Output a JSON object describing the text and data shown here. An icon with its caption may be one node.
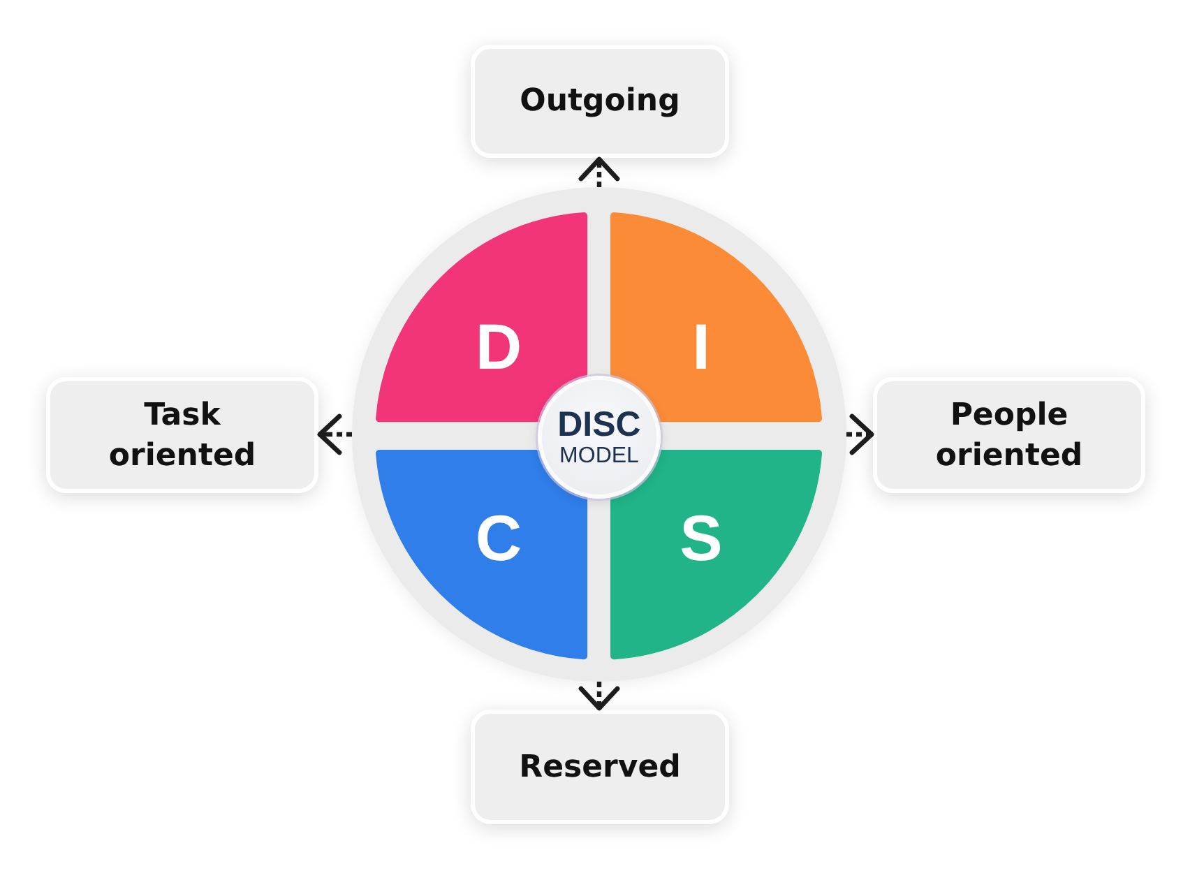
{
  "diagram": {
    "nodes": [
      {
        "text": [
          "Outgoing"
        ]
      },
      {
        "text": [
          "Task oriented"
        ]
      },
      {
        "text": [],
        "shape": "circle"
      },
      {
        "text": [
          "D"
        ],
        "in": 2
      },
      {
        "text": [
          "I"
        ],
        "in": 2
      },
      {
        "text": [
          "C"
        ],
        "in": 2
      },
      {
        "text": [
          "S"
        ],
        "in": 2
      },
      {
        "text": [
          "DISC",
          "MODEL"
        ],
        "in": 2
      },
      {
        "text": [
          "People oriented"
        ]
      },
      {
        "text": [
          "Reserved"
        ]
      }
    ],
    "edges": [
      {
        "from": 2,
        "to": 0,
        "arrow": "to",
        "style": "dashed"
      },
      {
        "from": 2,
        "to": 1,
        "arrow": "to",
        "style": "dashed"
      },
      {
        "from": 2,
        "to": 8,
        "arrow": "to",
        "style": "dashed"
      },
      {
        "from": 2,
        "to": 9,
        "arrow": "to",
        "style": "dashed"
      }
    ]
  }
}
